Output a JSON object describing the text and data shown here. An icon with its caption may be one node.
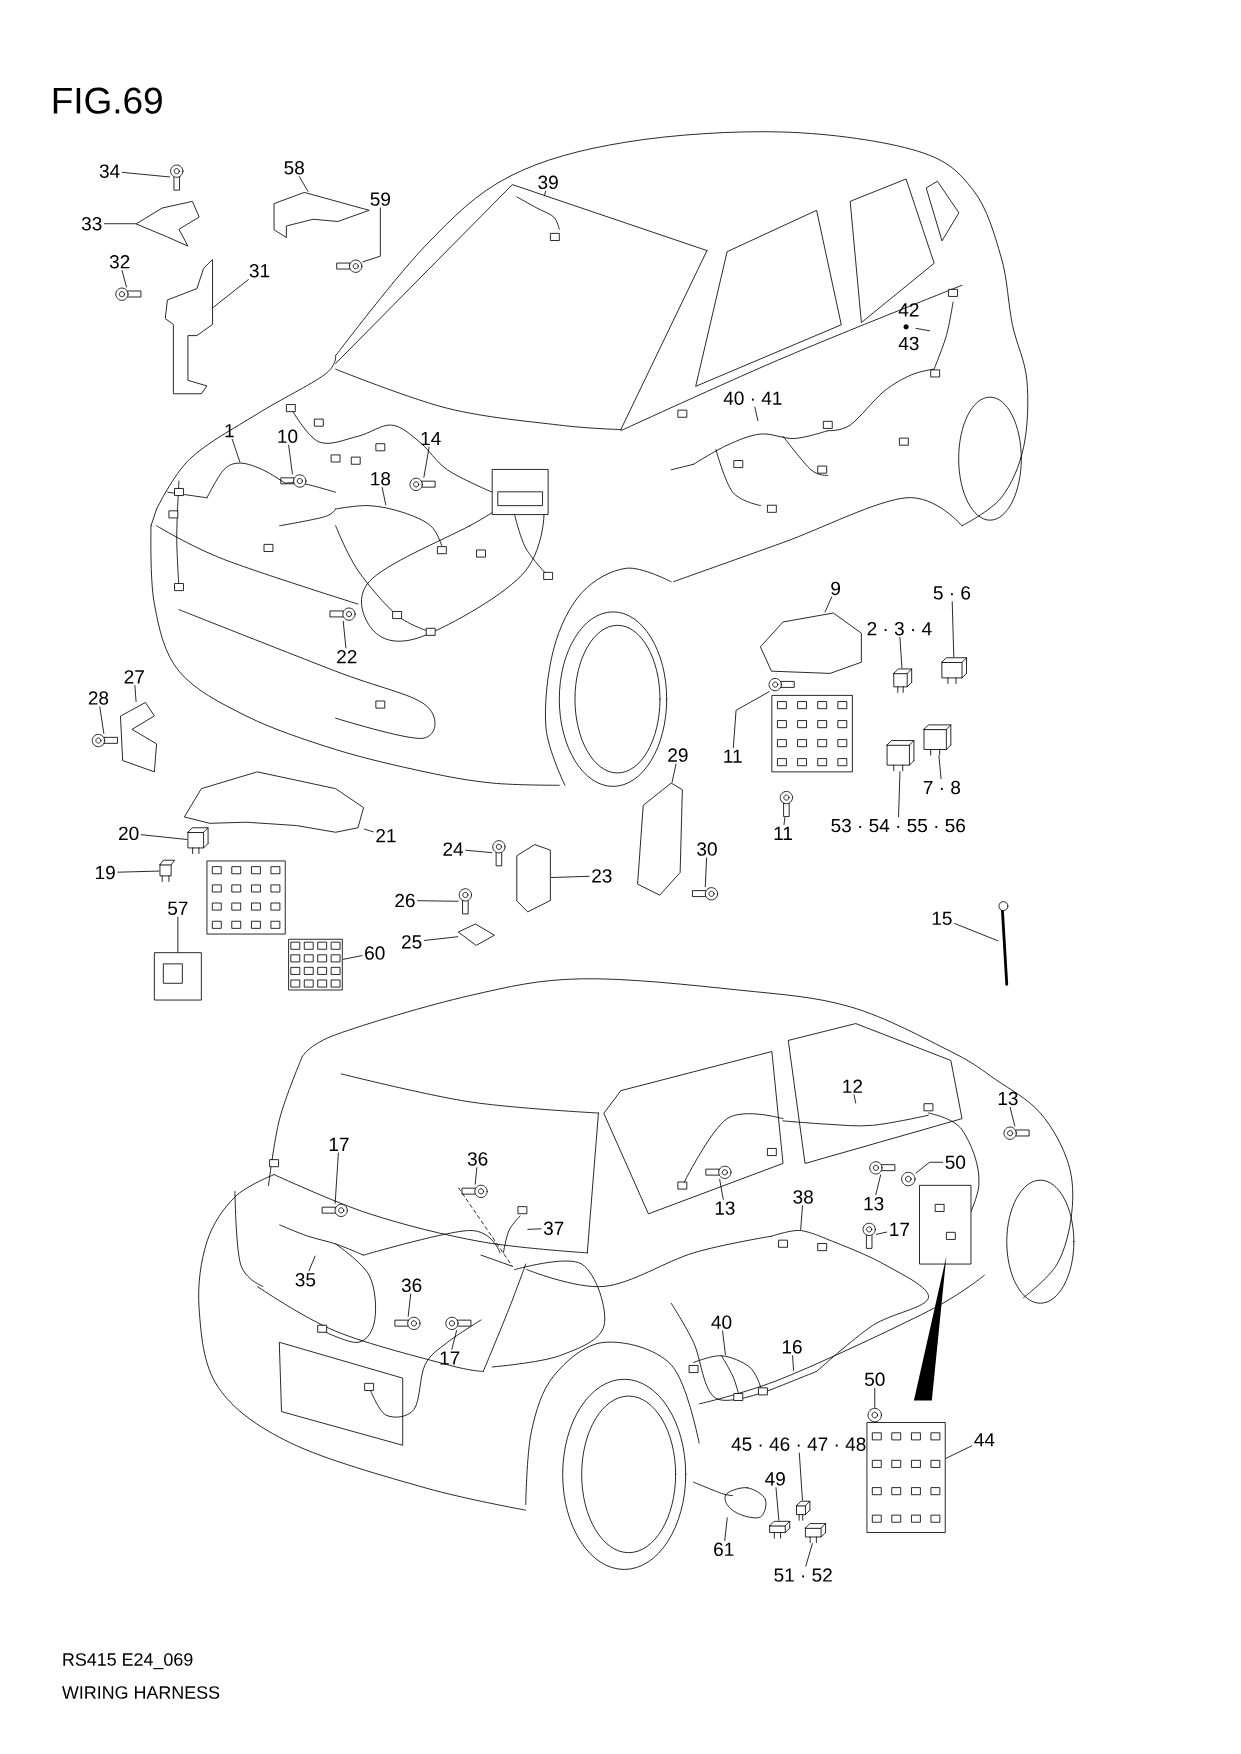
{
  "diagram": {
    "title": "FIG.69",
    "caption": "WIRING HARNESS",
    "labels": [
      "RS415 E24_069"
    ],
    "nodes": [
      {
        "text": [
          "1"
        ]
      },
      {
        "text": [
          "10"
        ]
      },
      {
        "text": [
          "14"
        ]
      },
      {
        "text": [
          "18"
        ]
      },
      {
        "text": [
          "22"
        ]
      },
      {
        "text": [
          "34"
        ]
      },
      {
        "text": [
          "33"
        ]
      },
      {
        "text": [
          "32"
        ]
      },
      {
        "text": [
          "31"
        ]
      },
      {
        "text": [
          "58"
        ]
      },
      {
        "text": [
          "59"
        ]
      },
      {
        "text": [
          "39"
        ]
      },
      {
        "text": [
          "42 • 43"
        ]
      },
      {
        "text": [
          "40 · 41"
        ]
      },
      {
        "text": [
          "9"
        ]
      },
      {
        "text": [
          "2 · 3 · 4"
        ]
      },
      {
        "text": [
          "5 · 6"
        ]
      },
      {
        "text": [
          "11"
        ]
      },
      {
        "text": [
          "11"
        ]
      },
      {
        "text": [
          "7 · 8"
        ]
      },
      {
        "text": [
          "53 · 54 · 55 · 56"
        ]
      },
      {
        "text": [
          "28"
        ]
      },
      {
        "text": [
          "27"
        ]
      },
      {
        "text": [
          "20"
        ]
      },
      {
        "text": [
          "21"
        ]
      },
      {
        "text": [
          "19"
        ]
      },
      {
        "text": [
          "57"
        ]
      },
      {
        "text": [
          "60"
        ]
      },
      {
        "text": [
          "24"
        ]
      },
      {
        "text": [
          "23"
        ]
      },
      {
        "text": [
          "26"
        ]
      },
      {
        "text": [
          "25"
        ]
      },
      {
        "text": [
          "29"
        ]
      },
      {
        "text": [
          "30"
        ]
      },
      {
        "text": [
          "15"
        ]
      },
      {
        "text": [
          "17"
        ]
      },
      {
        "text": [
          "36"
        ]
      },
      {
        "text": [
          "37"
        ]
      },
      {
        "text": [
          "35"
        ]
      },
      {
        "text": [
          "36"
        ]
      },
      {
        "text": [
          "17"
        ]
      },
      {
        "text": [
          "12"
        ]
      },
      {
        "text": [
          "13"
        ]
      },
      {
        "text": [
          "50"
        ]
      },
      {
        "text": [
          "13"
        ]
      },
      {
        "text": [
          "38"
        ]
      },
      {
        "text": [
          "13"
        ]
      },
      {
        "text": [
          "17"
        ]
      },
      {
        "text": [
          "40"
        ]
      },
      {
        "text": [
          "16"
        ]
      },
      {
        "text": [
          "50"
        ]
      },
      {
        "text": [
          "44"
        ]
      },
      {
        "text": [
          "45 · 46 · 47 · 48"
        ]
      },
      {
        "text": [
          "49"
        ]
      },
      {
        "text": [
          "61"
        ]
      },
      {
        "text": [
          "51 · 52"
        ]
      },
      {
        "text": [],
        "shape": "picture"
      },
      {
        "text": [],
        "shape": "picture"
      },
      {
        "text": [],
        "shape": "picture"
      },
      {
        "text": [],
        "shape": "picture"
      },
      {
        "text": [],
        "shape": "picture"
      },
      {
        "text": [],
        "shape": "picture"
      },
      {
        "text": [],
        "shape": "picture"
      },
      {
        "text": [],
        "shape": "picture"
      },
      {
        "text": [],
        "shape": "picture"
      },
      {
        "text": [],
        "shape": "picture"
      },
      {
        "text": [],
        "shape": "picture"
      },
      {
        "text": [],
        "shape": "picture"
      },
      {
        "text": [],
        "shape": "picture"
      },
      {
        "text": [],
        "shape": "picture"
      },
      {
        "text": [],
        "shape": "picture"
      },
      {
        "text": [],
        "shape": "picture"
      },
      {
        "text": [],
        "shape": "picture"
      },
      {
        "text": [],
        "shape": "picture"
      },
      {
        "text": [],
        "shape": "picture"
      },
      {
        "text": [],
        "shape": "picture"
      },
      {
        "text": [],
        "shape": "picture"
      },
      {
        "text": [],
        "shape": "picture"
      },
      {
        "text": [],
        "shape": "picture"
      },
      {
        "text": [],
        "shape": "picture"
      },
      {
        "text": [],
        "shape": "picture"
      },
      {
        "text": [],
        "shape": "picture"
      },
      {
        "text": [],
        "shape": "picture"
      },
      {
        "text": [],
        "shape": "picture"
      },
      {
        "text": [],
        "shape": "picture"
      },
      {
        "text": [],
        "shape": "picture"
      },
      {
        "text": [],
        "shape": "picture"
      },
      {
        "text": [],
        "shape": "picture"
      },
      {
        "text": [],
        "shape": "picture"
      },
      {
        "text": [],
        "shape": "picture"
      },
      {
        "text": [],
        "shape": "picture"
      },
      {
        "text": [],
        "shape": "picture"
      },
      {
        "text": [],
        "shape": "picture"
      },
      {
        "text": [],
        "shape": "picture"
      },
      {
        "text": [],
        "shape": "picture"
      },
      {
        "text": [],
        "shape": "picture"
      },
      {
        "text": [],
        "shape": "picture"
      },
      {
        "text": [],
        "shape": "picture"
      },
      {
        "text": [],
        "shape": "picture"
      },
      {
        "text": [],
        "shape": "picture"
      },
      {
        "text": [],
        "shape": "picture"
      },
      {
        "text": [],
        "shape": "picture"
      },
      {
        "text": [],
        "shape": "picture"
      },
      {
        "text": [],
        "shape": "picture"
      },
      {
        "text": [],
        "shape": "picture"
      },
      {
        "text": [],
        "shape": "picture"
      },
      {
        "text": [],
        "shape": "picture"
      },
      {
        "text": [],
        "shape": "picture"
      },
      {
        "text": [],
        "shape": "picture"
      },
      {
        "text": [],
        "shape": "picture"
      },
      {
        "text": [],
        "shape": "picture"
      },
      {
        "text": [],
        "shape": "picture"
      }
    ],
    "edges": [
      {
        "from": 0,
        "to": 56,
        "arrow": "none"
      },
      {
        "from": 1,
        "to": 57,
        "arrow": "none"
      },
      {
        "from": 2,
        "to": 58,
        "arrow": "none"
      },
      {
        "from": 3,
        "to": 59,
        "arrow": "none"
      },
      {
        "from": 4,
        "to": 60,
        "arrow": "none"
      },
      {
        "from": 5,
        "to": 61,
        "arrow": "none"
      },
      {
        "from": 6,
        "to": 62,
        "arrow": "none"
      },
      {
        "from": 7,
        "to": 63,
        "arrow": "none"
      },
      {
        "from": 8,
        "to": 64,
        "arrow": "none"
      },
      {
        "from": 9,
        "to": 65,
        "arrow": "none"
      },
      {
        "from": 10,
        "to": 66,
        "arrow": "none"
      },
      {
        "from": 11,
        "to": 67,
        "arrow": "none"
      },
      {
        "from": 12,
        "to": 68,
        "arrow": "none"
      },
      {
        "from": 13,
        "to": 69,
        "arrow": "none"
      },
      {
        "from": 14,
        "to": 70,
        "arrow": "none"
      },
      {
        "from": 15,
        "to": 71,
        "arrow": "none"
      },
      {
        "from": 16,
        "to": 72,
        "arrow": "none"
      },
      {
        "from": 17,
        "to": 73,
        "arrow": "none"
      },
      {
        "from": 18,
        "to": 74,
        "arrow": "none"
      },
      {
        "from": 19,
        "to": 75,
        "arrow": "none"
      },
      {
        "from": 20,
        "to": 76,
        "arrow": "none"
      },
      {
        "from": 21,
        "to": 77,
        "arrow": "none"
      },
      {
        "from": 22,
        "to": 78,
        "arrow": "none"
      },
      {
        "from": 23,
        "to": 79,
        "arrow": "none"
      },
      {
        "from": 24,
        "to": 80,
        "arrow": "none"
      },
      {
        "from": 25,
        "to": 81,
        "arrow": "none"
      },
      {
        "from": 26,
        "to": 82,
        "arrow": "none"
      },
      {
        "from": 27,
        "to": 83,
        "arrow": "none"
      },
      {
        "from": 28,
        "to": 84,
        "arrow": "none"
      },
      {
        "from": 29,
        "to": 85,
        "arrow": "none"
      },
      {
        "from": 30,
        "to": 86,
        "arrow": "none"
      },
      {
        "from": 31,
        "to": 87,
        "arrow": "none"
      },
      {
        "from": 32,
        "to": 88,
        "arrow": "none"
      },
      {
        "from": 33,
        "to": 89,
        "arrow": "none"
      },
      {
        "from": 34,
        "to": 90,
        "arrow": "none"
      },
      {
        "from": 35,
        "to": 91,
        "arrow": "none"
      },
      {
        "from": 36,
        "to": 92,
        "arrow": "none"
      },
      {
        "from": 37,
        "to": 93,
        "arrow": "none"
      },
      {
        "from": 38,
        "to": 94,
        "arrow": "none"
      },
      {
        "from": 39,
        "to": 95,
        "arrow": "none"
      },
      {
        "from": 40,
        "to": 96,
        "arrow": "none"
      },
      {
        "from": 41,
        "to": 97,
        "arrow": "none"
      },
      {
        "from": 42,
        "to": 98,
        "arrow": "none"
      },
      {
        "from": 43,
        "to": 99,
        "arrow": "none"
      },
      {
        "from": 44,
        "to": 100,
        "arrow": "none"
      },
      {
        "from": 45,
        "to": 101,
        "arrow": "none"
      },
      {
        "from": 46,
        "to": 102,
        "arrow": "none"
      },
      {
        "from": 47,
        "to": 103,
        "arrow": "none"
      },
      {
        "from": 48,
        "to": 104,
        "arrow": "none"
      },
      {
        "from": 49,
        "to": 105,
        "arrow": "none"
      },
      {
        "from": 50,
        "to": 106,
        "arrow": "none"
      },
      {
        "from": 51,
        "to": 107,
        "arrow": "none"
      },
      {
        "from": 52,
        "to": 108,
        "arrow": "none"
      },
      {
        "from": 53,
        "to": 109,
        "arrow": "none"
      },
      {
        "from": 54,
        "to": 110,
        "arrow": "none"
      },
      {
        "from": 55,
        "to": 111,
        "arrow": "none"
      }
    ]
  }
}
